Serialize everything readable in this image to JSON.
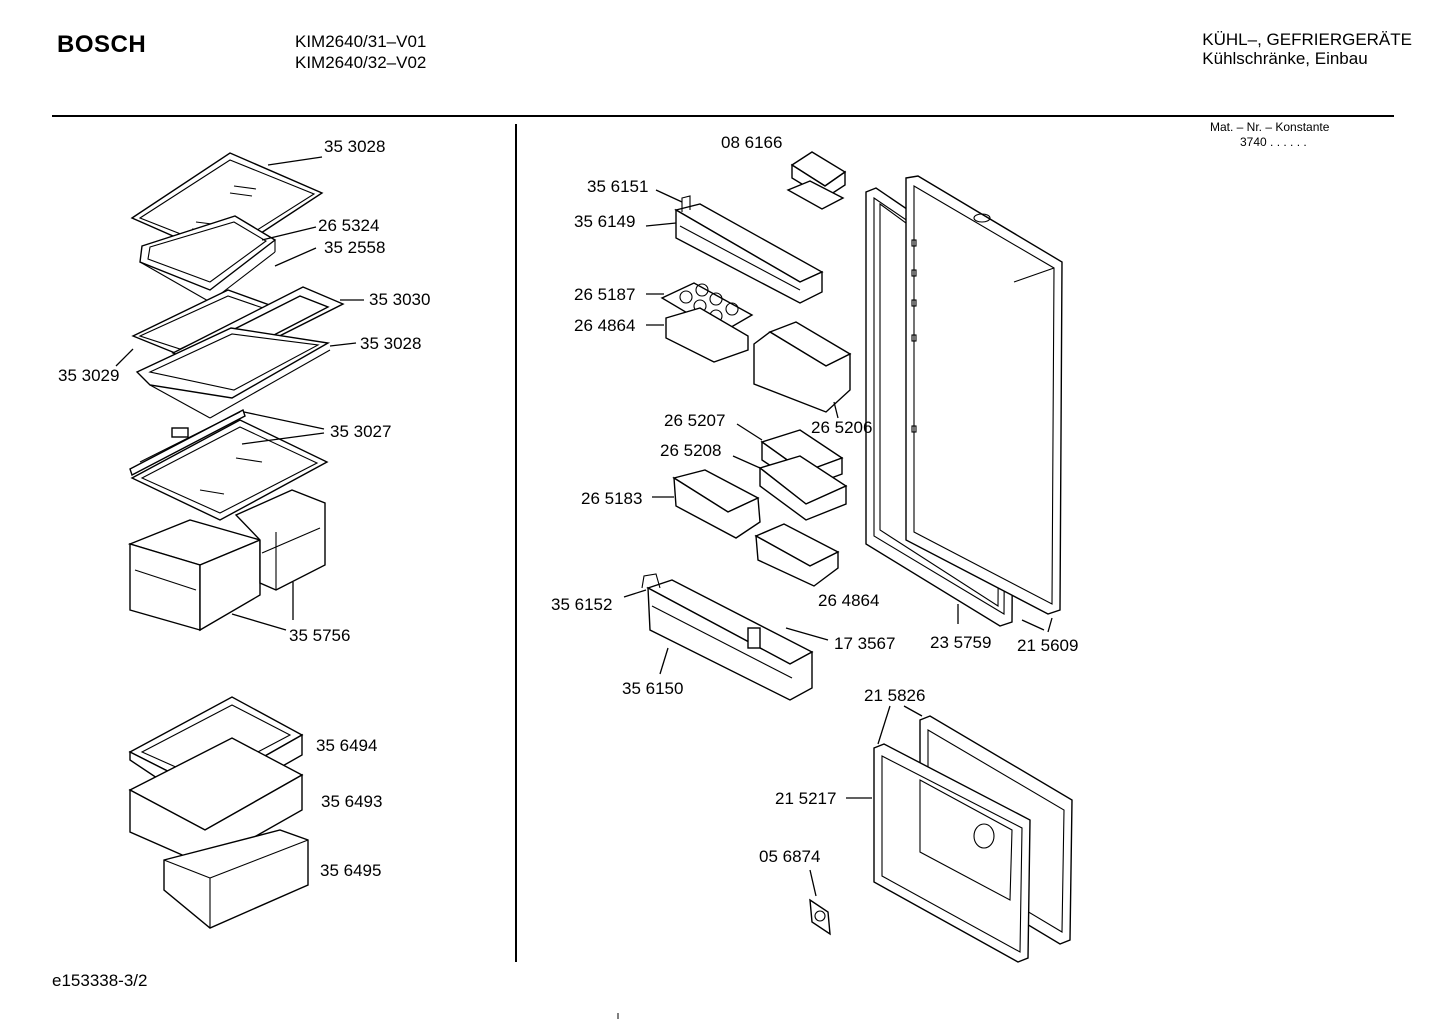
{
  "header": {
    "brand": "BOSCH",
    "model_lines": [
      "KIM2640/31–V01",
      "KIM2640/32–V02"
    ],
    "category_lines": [
      "KÜHL–, GEFRIERGERÄTE",
      "Kühlschränke, Einbau"
    ]
  },
  "material_note": {
    "label": "Mat. – Nr. – Konstante",
    "value": "3740  .  .   .  .  .  ."
  },
  "footer": {
    "code": "e153338-3/2"
  },
  "part_labels": [
    "35 3028",
    "26 5324",
    "35 2558",
    "35 3030",
    "35 3028",
    "35 3029",
    "35 3027",
    "35 5756",
    "35 6494",
    "35 6493",
    "35 6495",
    "08 6166",
    "35 6151",
    "35 6149",
    "26 5187",
    "26 4864",
    "26 5206",
    "26 5207",
    "26 5208",
    "26 5183",
    "26 4864",
    "35 6152",
    "17 3567",
    "23 5759",
    "21 5609",
    "35 6150",
    "21 5826",
    "21 5217",
    "05 6874"
  ]
}
